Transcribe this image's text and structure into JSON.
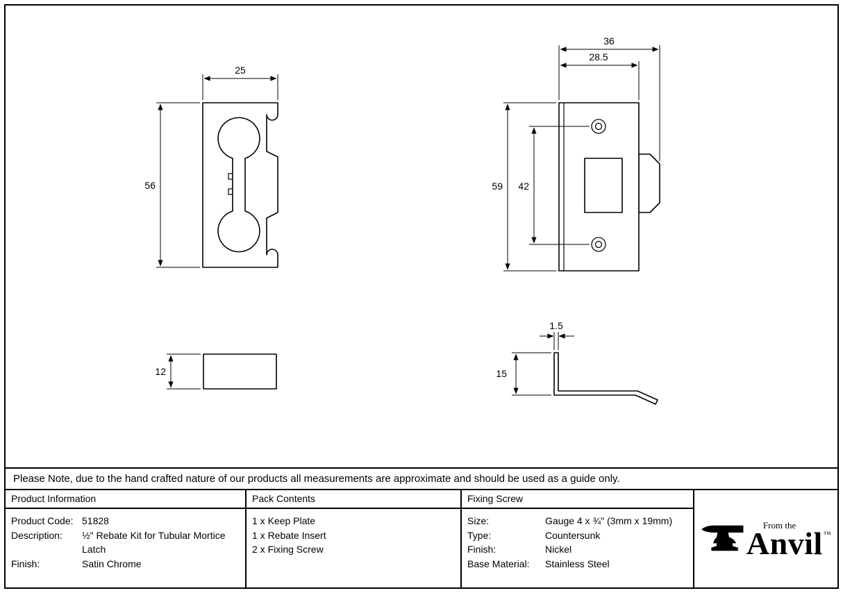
{
  "note": "Please Note, due to the hand crafted nature of our products all measurements are approximate and should be used as a guide only.",
  "dimensions": {
    "insert_front_width": "25",
    "insert_front_height": "56",
    "plate_total_width": "36",
    "plate_width": "28.5",
    "plate_height": "59",
    "plate_hole_spacing": "42",
    "insert_side_height": "12",
    "plate_side_thickness": "1.5",
    "plate_side_lip_height": "15"
  },
  "product_info": {
    "header": "Product Information",
    "rows": [
      {
        "label": "Product Code:",
        "value": "51828"
      },
      {
        "label": "Description:",
        "value": "½\" Rebate Kit for Tubular Mortice Latch"
      },
      {
        "label": "Finish:",
        "value": "Satin Chrome"
      }
    ]
  },
  "pack_contents": {
    "header": "Pack Contents",
    "items": [
      "1 x Keep Plate",
      "1 x Rebate Insert",
      "2 x Fixing Screw"
    ]
  },
  "fixing_screw": {
    "header": "Fixing Screw",
    "rows": [
      {
        "label": "Size:",
        "value": "Gauge 4 x ¾\" (3mm x 19mm)"
      },
      {
        "label": "Type:",
        "value": "Countersunk"
      },
      {
        "label": "Finish:",
        "value": "Nickel"
      },
      {
        "label": "Base Material:",
        "value": "Stainless Steel"
      }
    ]
  },
  "logo": {
    "tagline": "From the",
    "brand": "Anvil",
    "trademark": "™"
  },
  "colors": {
    "line": "#000000",
    "background": "#ffffff"
  }
}
